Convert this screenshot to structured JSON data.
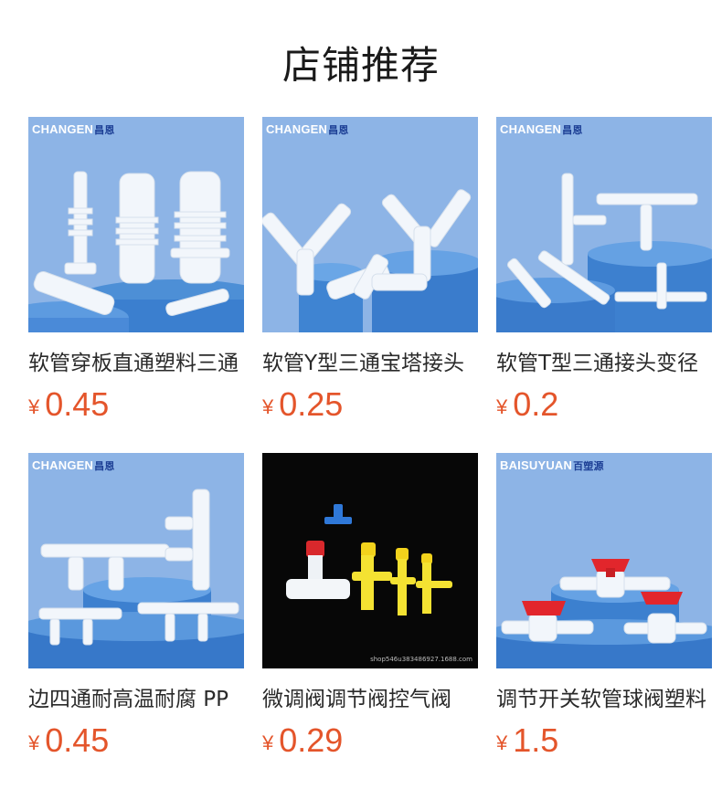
{
  "section": {
    "title": "店铺推荐"
  },
  "currency": "¥",
  "colors": {
    "price": "#e4552b",
    "thumb_bg": "#8db4e6"
  },
  "products": [
    {
      "brand": "CHANGEN",
      "brand_cn": "昌恩",
      "name": "软管穿板直通塑料三通",
      "price": "0.45",
      "image": "straight-connectors"
    },
    {
      "brand": "CHANGEN",
      "brand_cn": "昌恩",
      "name": "软管Y型三通宝塔接头",
      "price": "0.25",
      "image": "y-connectors"
    },
    {
      "brand": "CHANGEN",
      "brand_cn": "昌恩",
      "name": "软管T型三通接头变径",
      "price": "0.2",
      "image": "t-connectors"
    },
    {
      "brand": "CHANGEN",
      "brand_cn": "昌恩",
      "name": "边四通耐高温耐腐 PP",
      "price": "0.45",
      "image": "four-way-connectors"
    },
    {
      "brand": "",
      "brand_cn": "",
      "watermark": "shop546u383486927.1688.com",
      "name": "微调阀调节阀控气阀",
      "price": "0.29",
      "image": "valves"
    },
    {
      "brand": "BAISUYUAN",
      "brand_cn": "百塑源",
      "name": "调节开关软管球阀塑料",
      "price": "1.5",
      "image": "ball-valves"
    }
  ]
}
